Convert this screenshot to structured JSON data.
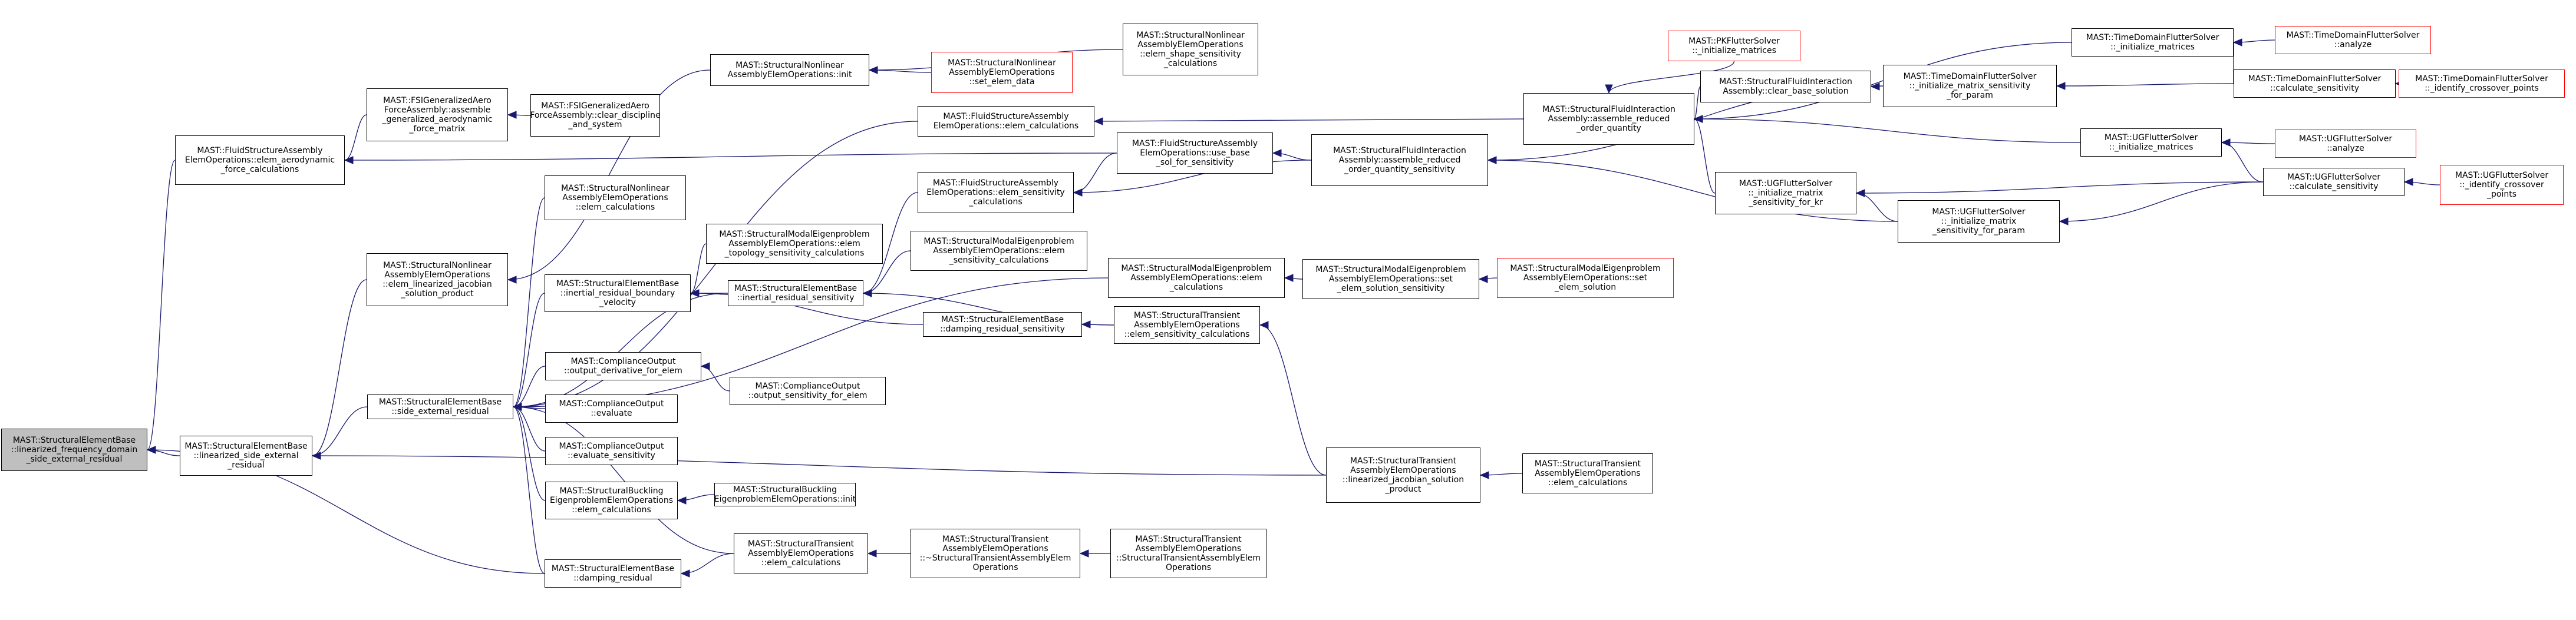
{
  "graph": {
    "edge_color": "#191970",
    "node_border": "#000000",
    "node_border_incomplete": "#ff0000",
    "focus_fill": "#bfbfbf",
    "nodes": [
      {
        "id": "n0",
        "lines": [
          "MAST::StructuralElementBase",
          "::linearized_frequency_domain",
          "_side_external_residual"
        ],
        "focus": true
      },
      {
        "id": "n1",
        "lines": [
          "MAST::StructuralElementBase",
          "::linearized_side_external",
          "_residual"
        ]
      },
      {
        "id": "n2",
        "lines": [
          "MAST::FluidStructureAssembly",
          "ElemOperations::elem_aerodynamic",
          "_force_calculations"
        ]
      },
      {
        "id": "n3",
        "lines": [
          "MAST::FSIGeneralizedAero",
          "ForceAssembly::assemble",
          "_generalized_aerodynamic",
          "_force_matrix"
        ]
      },
      {
        "id": "n4",
        "lines": [
          "MAST::FSIGeneralizedAero",
          "ForceAssembly::clear_discipline",
          "_and_system"
        ]
      },
      {
        "id": "n5",
        "lines": [
          "MAST::StructuralNonlinear",
          "AssemblyElemOperations",
          "::elem_linearized_jacobian",
          "_solution_product"
        ]
      },
      {
        "id": "n6",
        "lines": [
          "MAST::StructuralElementBase",
          "::side_external_residual"
        ]
      },
      {
        "id": "n7",
        "lines": [
          "MAST::StructuralNonlinear",
          "AssemblyElemOperations::init"
        ]
      },
      {
        "id": "n8",
        "lines": [
          "MAST::StructuralNonlinear",
          "AssemblyElemOperations",
          "::set_elem_data"
        ],
        "red": true
      },
      {
        "id": "n9",
        "lines": [
          "MAST::StructuralNonlinear",
          "AssemblyElemOperations",
          "::elem_shape_sensitivity",
          "_calculations"
        ]
      },
      {
        "id": "n10",
        "lines": [
          "MAST::StructuralNonlinear",
          "AssemblyElemOperations",
          "::elem_calculations"
        ]
      },
      {
        "id": "n11",
        "lines": [
          "MAST::StructuralElementBase",
          "::inertial_residual_boundary",
          "_velocity"
        ]
      },
      {
        "id": "n12",
        "lines": [
          "MAST::StructuralModalEigenproblem",
          "AssemblyElemOperations::elem",
          "_topology_sensitivity_calculations"
        ]
      },
      {
        "id": "n13",
        "lines": [
          "MAST::StructuralElementBase",
          "::inertial_residual_sensitivity"
        ]
      },
      {
        "id": "n14",
        "lines": [
          "MAST::FluidStructureAssembly",
          "ElemOperations::elem_calculations"
        ]
      },
      {
        "id": "n15",
        "lines": [
          "MAST::FluidStructureAssembly",
          "ElemOperations::elem_sensitivity",
          "_calculations"
        ]
      },
      {
        "id": "n16",
        "lines": [
          "MAST::FluidStructureAssembly",
          "ElemOperations::use_base",
          "_sol_for_sensitivity"
        ]
      },
      {
        "id": "n17",
        "lines": [
          "MAST::StructuralModalEigenproblem",
          "AssemblyElemOperations::elem",
          "_sensitivity_calculations"
        ]
      },
      {
        "id": "n18",
        "lines": [
          "MAST::StructuralElementBase",
          "::damping_residual_sensitivity"
        ]
      },
      {
        "id": "n19",
        "lines": [
          "MAST::StructuralModalEigenproblem",
          "AssemblyElemOperations::elem",
          "_calculations"
        ]
      },
      {
        "id": "n20",
        "lines": [
          "MAST::StructuralModalEigenproblem",
          "AssemblyElemOperations::set",
          "_elem_solution_sensitivity"
        ]
      },
      {
        "id": "n21",
        "lines": [
          "MAST::StructuralModalEigenproblem",
          "AssemblyElemOperations::set",
          "_elem_solution"
        ],
        "red": true
      },
      {
        "id": "n22",
        "lines": [
          "MAST::StructuralTransient",
          "AssemblyElemOperations",
          "::elem_sensitivity_calculations"
        ]
      },
      {
        "id": "n23",
        "lines": [
          "MAST::StructuralTransient",
          "AssemblyElemOperations",
          "::linearized_jacobian_solution",
          "_product"
        ]
      },
      {
        "id": "n24",
        "lines": [
          "MAST::StructuralTransient",
          "AssemblyElemOperations",
          "::elem_calculations"
        ]
      },
      {
        "id": "n25",
        "lines": [
          "MAST::ComplianceOutput",
          "::output_derivative_for_elem"
        ]
      },
      {
        "id": "n26",
        "lines": [
          "MAST::ComplianceOutput",
          "::output_sensitivity_for_elem"
        ]
      },
      {
        "id": "n27",
        "lines": [
          "MAST::ComplianceOutput",
          "::evaluate"
        ]
      },
      {
        "id": "n28",
        "lines": [
          "MAST::ComplianceOutput",
          "::evaluate_sensitivity"
        ]
      },
      {
        "id": "n29",
        "lines": [
          "MAST::StructuralBuckling",
          "EigenproblemElemOperations",
          "::elem_calculations"
        ]
      },
      {
        "id": "n30",
        "lines": [
          "MAST::StructuralBuckling",
          "EigenproblemElemOperations::init"
        ]
      },
      {
        "id": "n31",
        "lines": [
          "MAST::StructuralElementBase",
          "::damping_residual"
        ]
      },
      {
        "id": "n32",
        "lines": [
          "MAST::StructuralTransient",
          "AssemblyElemOperations",
          "::elem_calculations"
        ]
      },
      {
        "id": "n33",
        "lines": [
          "MAST::StructuralTransient",
          "AssemblyElemOperations",
          "::~StructuralTransientAssemblyElem",
          "Operations"
        ]
      },
      {
        "id": "n34",
        "lines": [
          "MAST::StructuralTransient",
          "AssemblyElemOperations",
          "::StructuralTransientAssemblyElem",
          "Operations"
        ]
      },
      {
        "id": "n35",
        "lines": [
          "MAST::StructuralFluidInteraction",
          "Assembly::assemble_reduced",
          "_order_quantity_sensitivity"
        ]
      },
      {
        "id": "n36",
        "lines": [
          "MAST::StructuralFluidInteraction",
          "Assembly::assemble_reduced",
          "_order_quantity"
        ]
      },
      {
        "id": "n37",
        "lines": [
          "MAST::PKFlutterSolver",
          "::_initialize_matrices"
        ],
        "red": true
      },
      {
        "id": "n38",
        "lines": [
          "MAST::StructuralFluidInteraction",
          "Assembly::clear_base_solution"
        ]
      },
      {
        "id": "n39",
        "lines": [
          "MAST::UGFlutterSolver",
          "::_initialize_matrix",
          "_sensitivity_for_kr"
        ]
      },
      {
        "id": "n40",
        "lines": [
          "MAST::TimeDomainFlutterSolver",
          "::_initialize_matrix_sensitivity",
          "_for_param"
        ]
      },
      {
        "id": "n41",
        "lines": [
          "MAST::UGFlutterSolver",
          "::_initialize_matrix",
          "_sensitivity_for_param"
        ]
      },
      {
        "id": "n42",
        "lines": [
          "MAST::TimeDomainFlutterSolver",
          "::_initialize_matrices"
        ]
      },
      {
        "id": "n43",
        "lines": [
          "MAST::TimeDomainFlutterSolver",
          "::calculate_sensitivity"
        ]
      },
      {
        "id": "n44",
        "lines": [
          "MAST::UGFlutterSolver",
          "::_initialize_matrices"
        ]
      },
      {
        "id": "n45",
        "lines": [
          "MAST::UGFlutterSolver",
          "::calculate_sensitivity"
        ]
      },
      {
        "id": "n46",
        "lines": [
          "MAST::TimeDomainFlutterSolver",
          "::analyze"
        ],
        "red": true
      },
      {
        "id": "n47",
        "lines": [
          "MAST::TimeDomainFlutterSolver",
          "::_identify_crossover_points"
        ],
        "red": true
      },
      {
        "id": "n48",
        "lines": [
          "MAST::UGFlutterSolver",
          "::analyze"
        ],
        "red": true
      },
      {
        "id": "n49",
        "lines": [
          "MAST::UGFlutterSolver",
          "::_identify_crossover",
          "_points"
        ],
        "red": true
      }
    ],
    "edges": [
      [
        "n1",
        "n0"
      ],
      [
        "n2",
        "n0"
      ],
      [
        "n31",
        "n0"
      ],
      [
        "n6",
        "n1"
      ],
      [
        "n23",
        "n1"
      ],
      [
        "n5",
        "n1"
      ],
      [
        "n3",
        "n2"
      ],
      [
        "n16",
        "n2"
      ],
      [
        "n4",
        "n3"
      ],
      [
        "n7",
        "n5"
      ],
      [
        "n10",
        "n6"
      ],
      [
        "n11",
        "n6"
      ],
      [
        "n13",
        "n6"
      ],
      [
        "n14",
        "n6"
      ],
      [
        "n19",
        "n6"
      ],
      [
        "n25",
        "n6"
      ],
      [
        "n27",
        "n6"
      ],
      [
        "n28",
        "n6"
      ],
      [
        "n29",
        "n6"
      ],
      [
        "n32",
        "n6"
      ],
      [
        "n31",
        "n6"
      ],
      [
        "n8",
        "n7"
      ],
      [
        "n9",
        "n7"
      ],
      [
        "n12",
        "n11"
      ],
      [
        "n13",
        "n11"
      ],
      [
        "n18",
        "n11"
      ],
      [
        "n15",
        "n13"
      ],
      [
        "n17",
        "n13"
      ],
      [
        "n22",
        "n13"
      ],
      [
        "n36",
        "n14"
      ],
      [
        "n16",
        "n15"
      ],
      [
        "n35",
        "n15"
      ],
      [
        "n35",
        "n16"
      ],
      [
        "n22",
        "n18"
      ],
      [
        "n20",
        "n19"
      ],
      [
        "n21",
        "n20"
      ],
      [
        "n23",
        "n22"
      ],
      [
        "n24",
        "n23"
      ],
      [
        "n26",
        "n25"
      ],
      [
        "n30",
        "n29"
      ],
      [
        "n32",
        "n31"
      ],
      [
        "n33",
        "n32"
      ],
      [
        "n34",
        "n33"
      ],
      [
        "n40",
        "n35"
      ],
      [
        "n41",
        "n35"
      ],
      [
        "n37",
        "n36"
      ],
      [
        "n38",
        "n36"
      ],
      [
        "n39",
        "n36"
      ],
      [
        "n42",
        "n36"
      ],
      [
        "n44",
        "n36"
      ],
      [
        "n40",
        "n38"
      ],
      [
        "n45",
        "n39"
      ],
      [
        "n41",
        "n39"
      ],
      [
        "n43",
        "n40"
      ],
      [
        "n45",
        "n41"
      ],
      [
        "n46",
        "n42"
      ],
      [
        "n43",
        "n42"
      ],
      [
        "n47",
        "n43"
      ],
      [
        "n48",
        "n44"
      ],
      [
        "n45",
        "n44"
      ],
      [
        "n49",
        "n45"
      ]
    ]
  }
}
